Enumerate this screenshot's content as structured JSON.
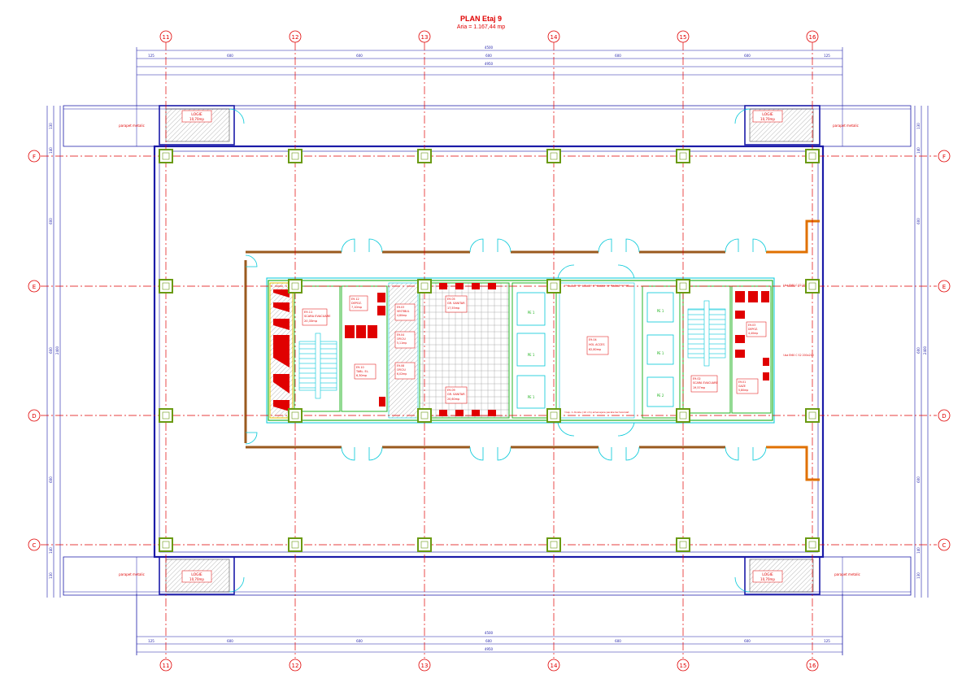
{
  "title": "PLAN Etaj 9",
  "subtitle": "Aria = 1.167,44 mp",
  "grid_columns": [
    "11",
    "12",
    "13",
    "14",
    "15",
    "16"
  ],
  "grid_rows": [
    "F",
    "E",
    "D",
    "C"
  ],
  "dimensions": {
    "bays": [
      "125",
      "600",
      "600",
      "600",
      "600",
      "600",
      "125"
    ],
    "total": "4950",
    "inner_total": "4500",
    "side": [
      "130",
      "140",
      "600",
      "600",
      "600",
      "140",
      "130"
    ],
    "side_total": "2400"
  },
  "rooms": [
    {
      "code": "E9.11",
      "name": "SCARA EVACUARE",
      "area": "20,33mp"
    },
    {
      "code": "E9.12",
      "name": "DEPOZ.",
      "area": "7,10mp"
    },
    {
      "code": "E9.10",
      "name": "TABL. EL.",
      "area": "6,30mp"
    },
    {
      "code": "E9.03",
      "name": "VESTIBUL",
      "area": "4,80mp"
    },
    {
      "code": "E9.04",
      "name": "OFICIU",
      "area": "5,11mp"
    },
    {
      "code": "E9.05",
      "name": "GR. SANITAR",
      "area": "17,55mp"
    },
    {
      "code": "E9.08",
      "name": "OFICIU",
      "area": "6,02mp"
    },
    {
      "code": "E9.09",
      "name": "GR. SANITAR",
      "area": "20,60mp"
    },
    {
      "code": "E9.04",
      "name": "HOL ACCES",
      "area": "62,80mp"
    },
    {
      "code": "E9.02",
      "name": "SCARA EVACUARE",
      "area": "19,57mp"
    },
    {
      "code": "E9.03",
      "name": "DEPOZ.",
      "area": "4,40mp"
    },
    {
      "code": "E9.01",
      "name": "GAZE",
      "area": "5,80mp"
    }
  ],
  "elevators": [
    "PE 1",
    "PE 1",
    "PE 1",
    "PE 1",
    "PE 1",
    "PE 2"
  ],
  "loggias": [
    {
      "label": "LOGIE",
      "area": "10,70mp"
    },
    {
      "label": "LOGIE",
      "area": "10,70mp"
    },
    {
      "label": "LOGIE",
      "area": "10,70mp"
    },
    {
      "label": "LOGIE",
      "area": "10,70mp"
    }
  ],
  "notes": {
    "parapet": "parapet metalic",
    "usa_ei": "Usa EI60 C\nS2 200x210",
    "hol_top": "trap. 1 divizie (10 cm) amenajare\nperete termoizolat",
    "hol_bottom": "trap. 1 divizie (10 cm) amenajare\nperete termoizolat"
  },
  "colors": {
    "grid": "#e00000",
    "outline": "#1a1aa8",
    "wall_cyan": "#00c8d8",
    "core_green": "#24b424",
    "column": "#6a9a12",
    "brown": "#9a5a1e",
    "orange": "#e07000",
    "fill_red": "#e00000"
  }
}
